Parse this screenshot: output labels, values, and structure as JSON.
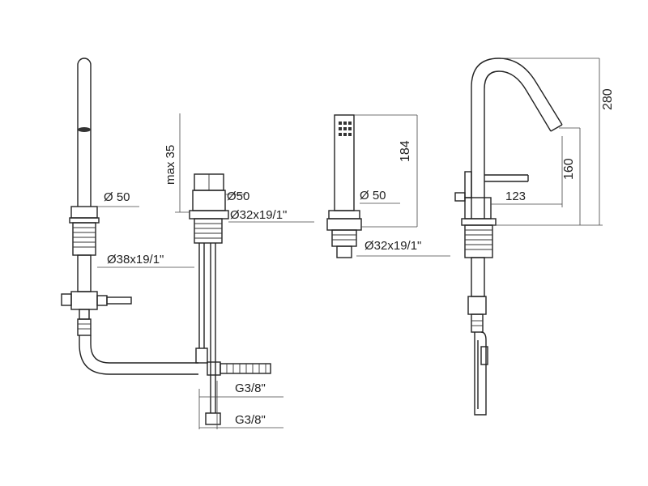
{
  "labels": {
    "spout_diameter": "Ø 50",
    "spout_thread": "Ø38x19/1\"",
    "valve_max": "max 35",
    "valve_diameter": "Ø50",
    "valve_thread": "Ø32x19/1\"",
    "connector_g1": "G3/8\"",
    "connector_g2": "G3/8\"",
    "shower_height": "184",
    "shower_diameter": "Ø 50",
    "shower_thread": "Ø32x19/1\"",
    "mixer_total_height": "280",
    "mixer_spout_height": "160",
    "mixer_reach": "123"
  },
  "colors": {
    "line": "#222222",
    "background": "#ffffff"
  }
}
